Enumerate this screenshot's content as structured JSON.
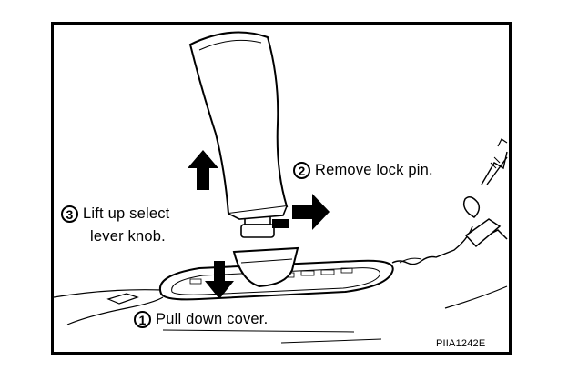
{
  "steps": [
    {
      "number": "2",
      "text": "Remove lock pin."
    },
    {
      "number": "3",
      "text_line1": "Lift up select",
      "text_line2": "lever knob."
    },
    {
      "number": "1",
      "text": "Pull down cover."
    }
  ],
  "figure_code": "PIIA1242E"
}
